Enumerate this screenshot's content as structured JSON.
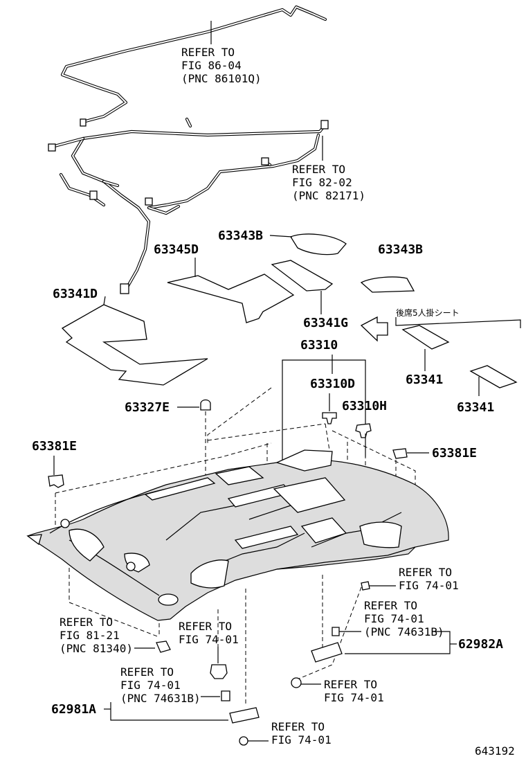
{
  "labels": {
    "ref_86": [
      "REFER TO",
      "FIG 86-04",
      "(PNC 86101Q)"
    ],
    "ref_82": [
      "REFER TO",
      "FIG 82-02",
      "(PNC 82171)"
    ],
    "p_63343b_1": "63343B",
    "p_63343b_2": "63343B",
    "p_63345d": "63345D",
    "p_63341d": "63341D",
    "p_63341g": "63341G",
    "jp_note": "後席5人掛シート",
    "p_63341_1": "63341",
    "p_63341_2": "63341",
    "p_63310": "63310",
    "p_63310d": "63310D",
    "p_63310h": "63310H",
    "p_63327e": "63327E",
    "p_63381e_1": "63381E",
    "p_63381e_2": "63381E",
    "ref_74_a": [
      "REFER TO",
      "FIG 74-01"
    ],
    "ref_74_b": [
      "REFER TO",
      "FIG 74-01",
      "(PNC 74631B)"
    ],
    "p_62982a": "62982A",
    "ref_81": [
      "REFER TO",
      "FIG 81-21",
      "(PNC 81340)"
    ],
    "ref_74_c": [
      "REFER TO",
      "FIG 74-01"
    ],
    "ref_74_d": [
      "REFER TO",
      "FIG 74-01",
      "(PNC 74631B)"
    ],
    "ref_74_e": [
      "REFER TO",
      "FIG 74-01"
    ],
    "p_62981a": "62981A",
    "ref_74_f": [
      "REFER TO",
      "FIG 74-01"
    ],
    "diagram_id": "643192"
  }
}
